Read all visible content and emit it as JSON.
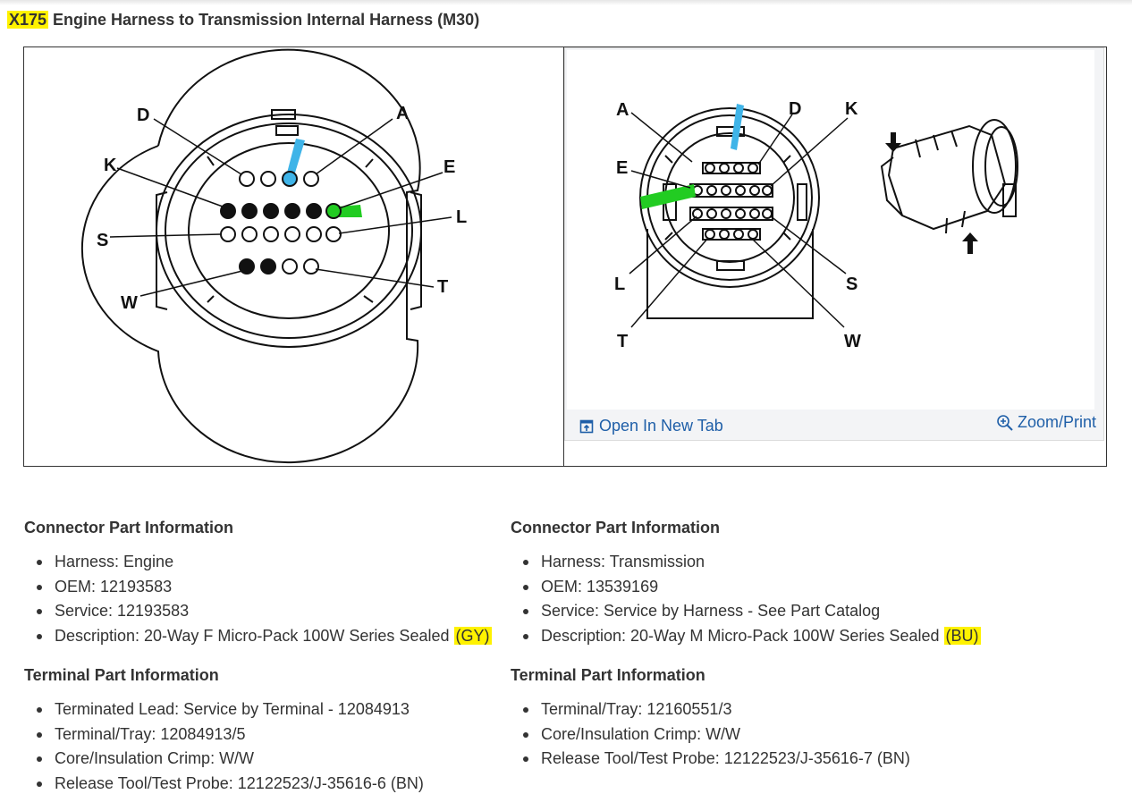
{
  "title": {
    "connector_id": "X175",
    "text": " Engine Harness to Transmission Internal Harness (M30)"
  },
  "left_diagram": {
    "labels": {
      "D": "D",
      "A": "A",
      "K": "K",
      "E": "E",
      "L": "L",
      "S": "S",
      "W": "W",
      "T": "T"
    }
  },
  "right_diagram": {
    "labels": {
      "A": "A",
      "D": "D",
      "K": "K",
      "E": "E",
      "L": "L",
      "S": "S",
      "T": "T",
      "W": "W"
    },
    "open_in_new_tab": "Open In New Tab",
    "zoom_print": "Zoom/Print"
  },
  "left_connector": {
    "heading": "Connector Part Information",
    "items": [
      {
        "label": "Harness: Engine"
      },
      {
        "label": "OEM: 12193583"
      },
      {
        "label": "Service: 12193583"
      },
      {
        "label": "Description: 20-Way F Micro-Pack 100W Series Sealed",
        "highlight": "(GY)"
      }
    ]
  },
  "right_connector": {
    "heading": "Connector Part Information",
    "items": [
      {
        "label": "Harness: Transmission"
      },
      {
        "label": "OEM: 13539169"
      },
      {
        "label": "Service: Service by Harness - See Part Catalog"
      },
      {
        "label": "Description: 20-Way M Micro-Pack 100W Series Sealed",
        "highlight": "(BU)"
      }
    ]
  },
  "left_terminal": {
    "heading": "Terminal Part Information",
    "items": [
      "Terminated Lead: Service by Terminal - 12084913",
      "Terminal/Tray: 12084913/5",
      "Core/Insulation Crimp: W/W",
      "Release Tool/Test Probe: 12122523/J-35616-6 (BN)"
    ]
  },
  "right_terminal": {
    "heading": "Terminal Part Information",
    "items": [
      "Terminal/Tray: 12160551/3",
      "Core/Insulation Crimp: W/W",
      "Release Tool/Test Probe: 12122523/J-35616-7 (BN)"
    ]
  },
  "colors": {
    "highlight_yellow": "#fff200",
    "pin_blue": "#3fb4e8",
    "pin_green": "#22cc22",
    "link_blue": "#1f5fa8"
  }
}
